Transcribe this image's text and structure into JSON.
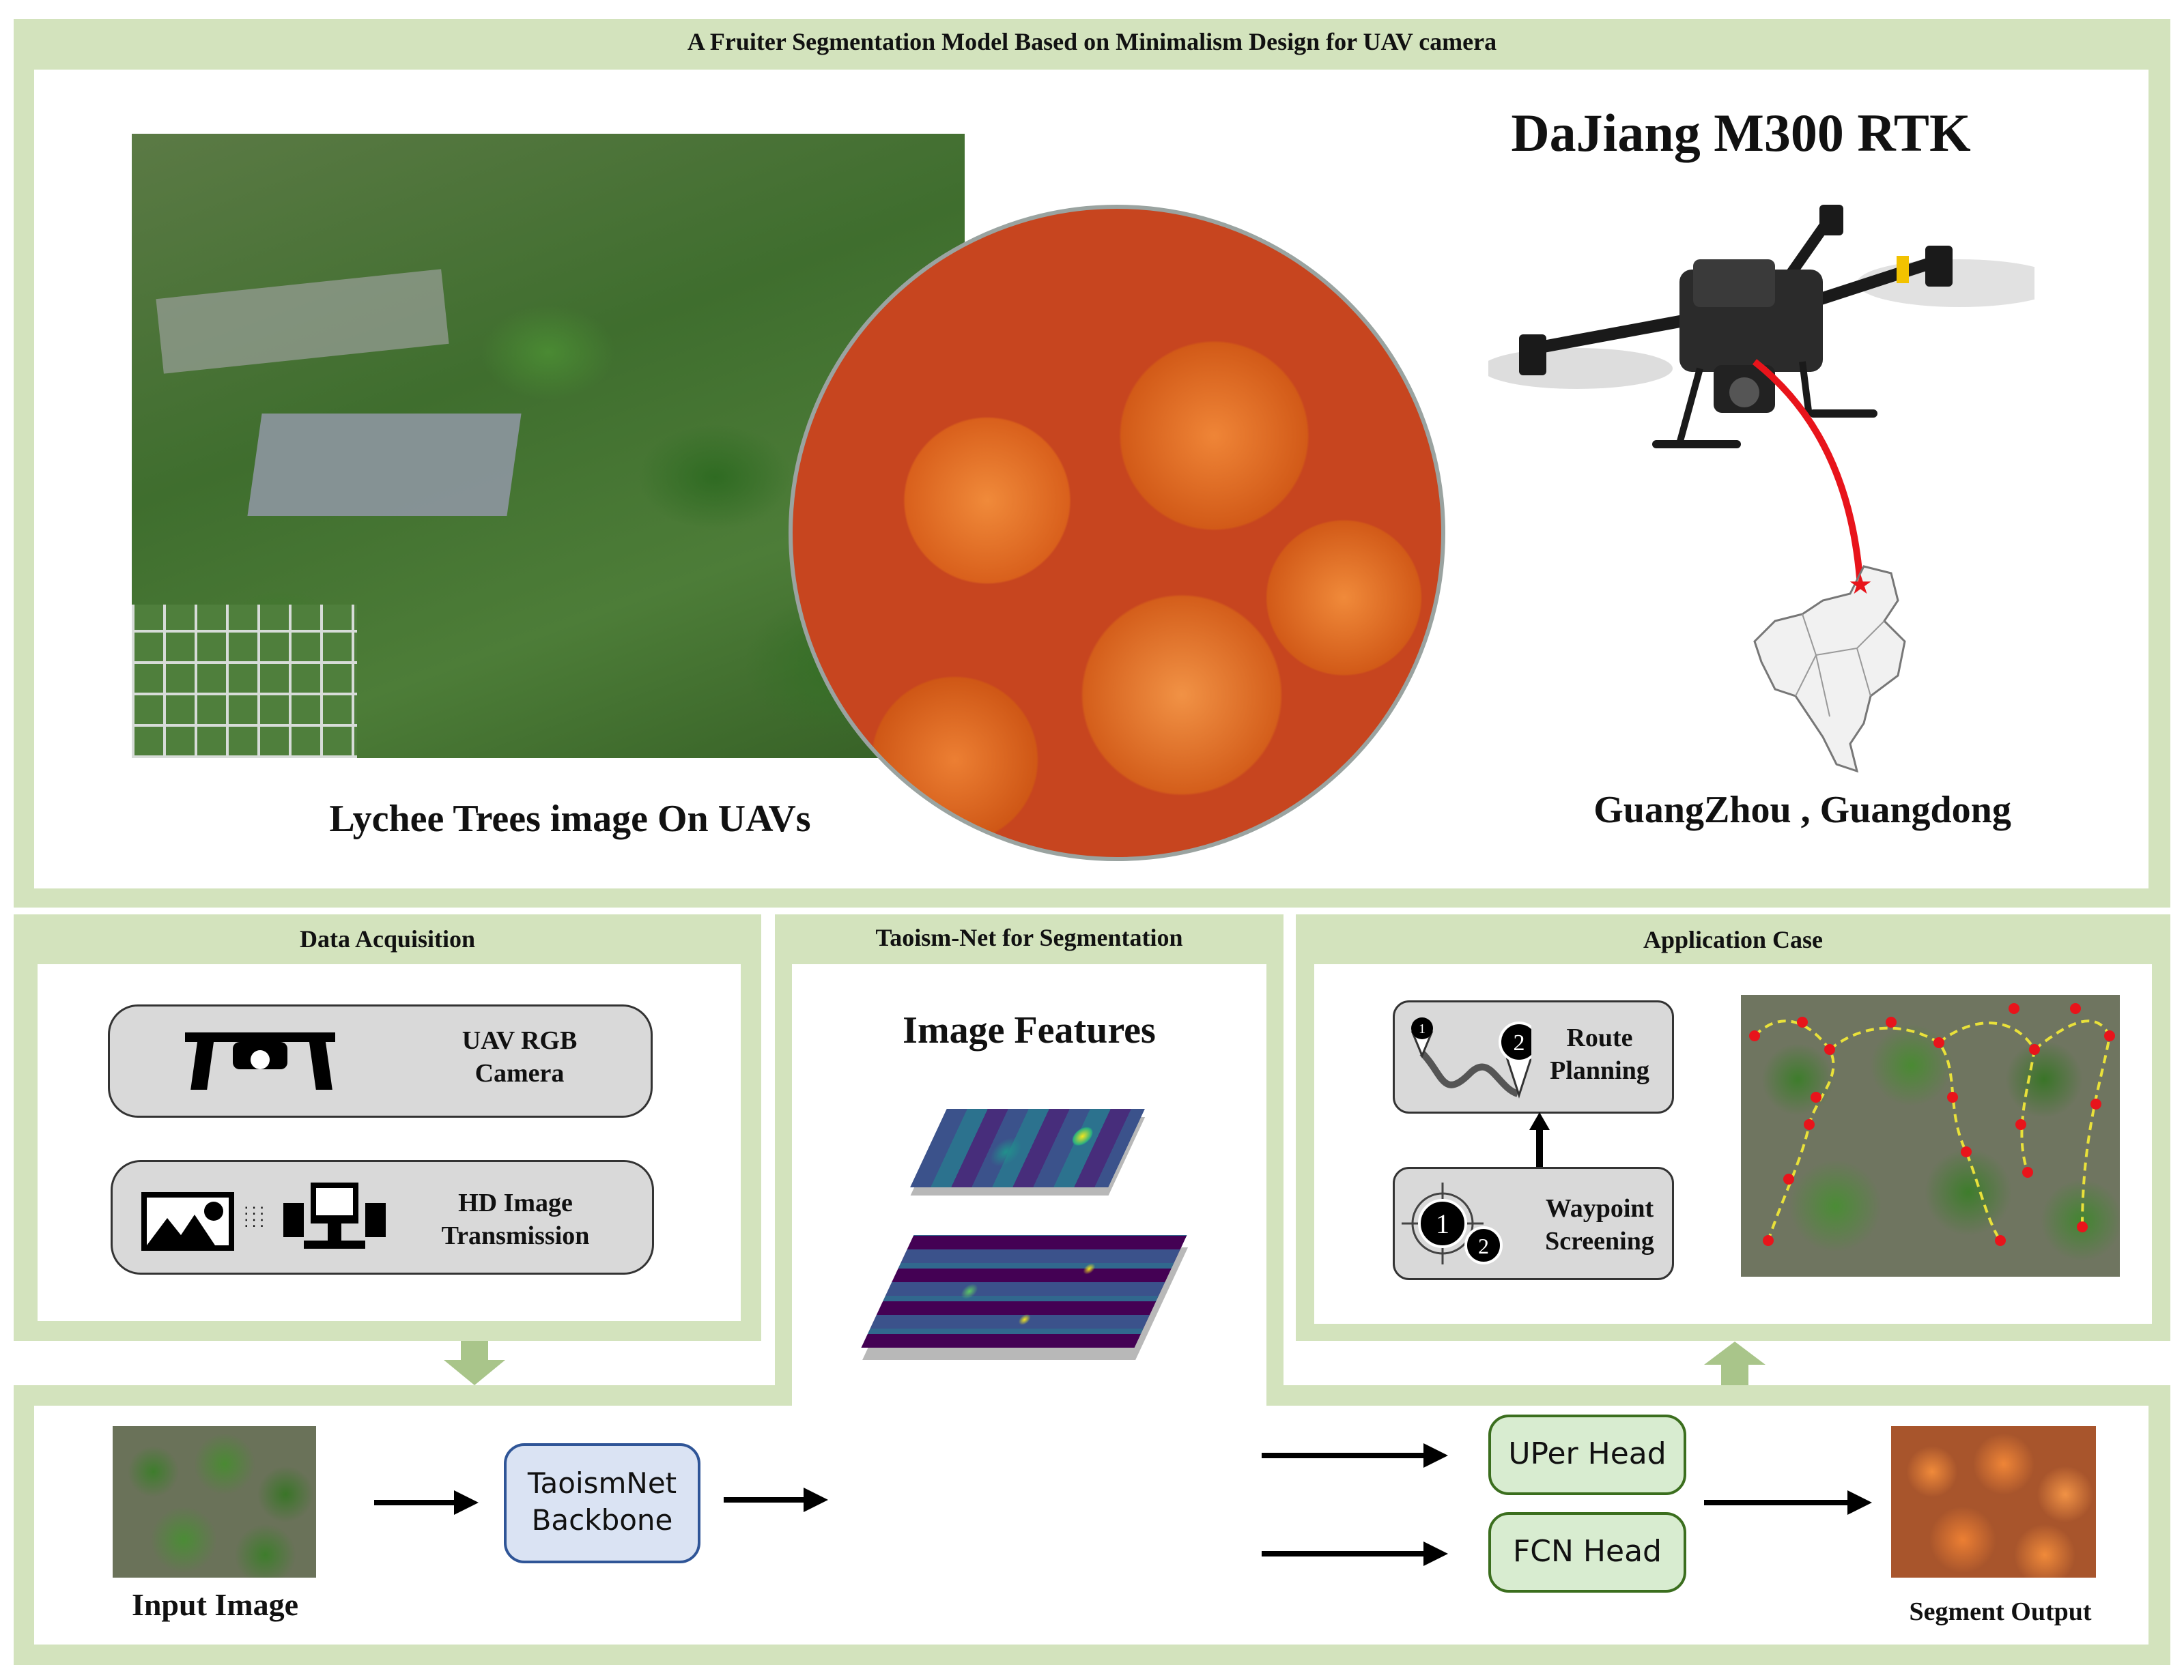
{
  "header": {
    "title": "A Fruiter Segmentation Model Based on Minimalism Design for UAV camera"
  },
  "top": {
    "lychee_caption": "Lychee Trees image On UAVs",
    "drone_title": "DaJiang M300 RTK",
    "location_caption": "GuangZhou , Guangdong"
  },
  "data_acquisition": {
    "title": "Data Acquisition",
    "item1": {
      "line1": "UAV RGB",
      "line2": "Camera"
    },
    "item2": {
      "line1": "HD Image",
      "line2": "Transmission"
    }
  },
  "segmentation": {
    "title": "Taoism-Net for Segmentation",
    "features_label": "Image Features"
  },
  "application": {
    "title": "Application Case",
    "route": {
      "line1": "Route",
      "line2": "Planning",
      "badge1": "1",
      "badge2": "2"
    },
    "waypoint": {
      "line1": "Waypoint",
      "line2": "Screening",
      "badge1": "1",
      "badge2": "2"
    }
  },
  "pipeline": {
    "input_label": "Input Image",
    "backbone_line1": "TaoismNet",
    "backbone_line2": "Backbone",
    "uper_head": "UPer Head",
    "fcn_head": "FCN Head",
    "output_label": "Segment Output"
  },
  "colors": {
    "frame_green": "#d3e3bd",
    "box_grey": "#d9d9d9",
    "backbone_blue": "#dae3f3",
    "head_green": "#d8ecd0",
    "route_red": "#e8141b",
    "segment_orange": "#e8762a"
  }
}
